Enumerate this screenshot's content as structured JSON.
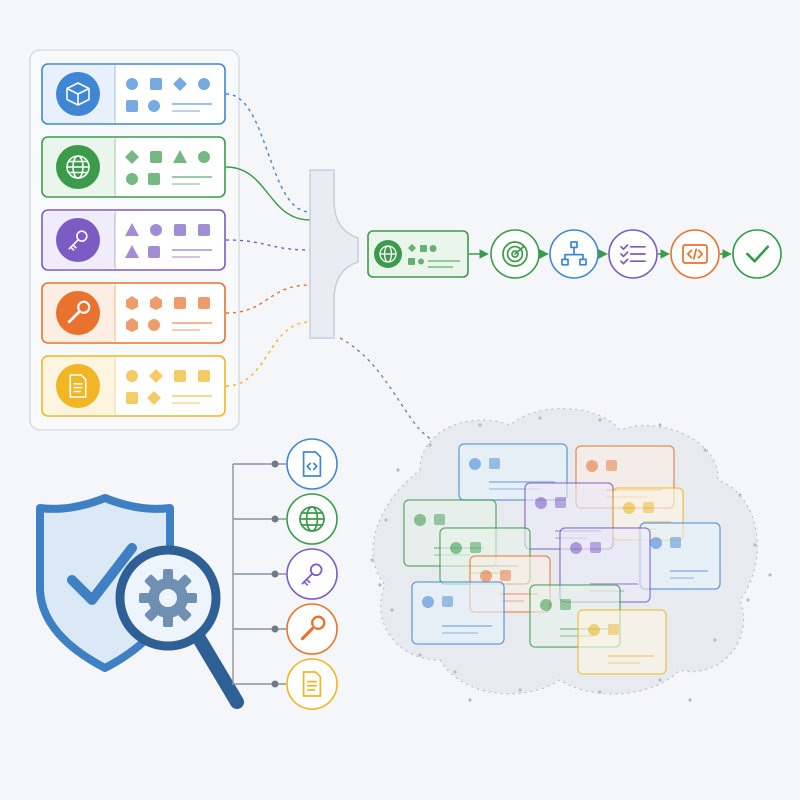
{
  "palette": {
    "blue": "#3f86d6",
    "green": "#3c9a4b",
    "purple": "#7a5cc2",
    "orange": "#e8722e",
    "yellow": "#f0b623",
    "check_green": "#2f9a47",
    "shield": "#3f7fc4",
    "magnifier": "#2e5f95",
    "background": "#f4f6f9"
  },
  "categories": [
    {
      "key": "blue",
      "icon": "cube-icon",
      "color": "#3f86d6",
      "light": "#e8f1fb"
    },
    {
      "key": "green",
      "icon": "globe-icon",
      "color": "#3c9a4b",
      "light": "#eaf5ec"
    },
    {
      "key": "purple",
      "icon": "key-icon",
      "color": "#7a5cc2",
      "light": "#f0ecf9"
    },
    {
      "key": "orange",
      "icon": "wrench-icon",
      "color": "#e8722e",
      "light": "#fdeee4"
    },
    {
      "key": "yellow",
      "icon": "document-icon",
      "color": "#f0b623",
      "light": "#fdf5df"
    }
  ],
  "pipeline_steps": [
    {
      "icon": "radar-icon",
      "color": "#3c9a4b"
    },
    {
      "icon": "hierarchy-icon",
      "color": "#3f86d6"
    },
    {
      "icon": "checklist-icon",
      "color": "#7a5cc2"
    },
    {
      "icon": "code-icon",
      "color": "#e8722e"
    },
    {
      "icon": "checkmark-icon",
      "color": "#2f9a47"
    }
  ],
  "tool_list": [
    {
      "icon": "code-file-icon",
      "color": "#3f86d6"
    },
    {
      "icon": "globe-icon",
      "color": "#3c9a4b"
    },
    {
      "icon": "key-icon",
      "color": "#7a5cc2"
    },
    {
      "icon": "wrench-icon",
      "color": "#e8722e"
    },
    {
      "icon": "document-icon",
      "color": "#f0b623"
    }
  ],
  "cloud_card_colors": [
    "blue",
    "orange",
    "green",
    "purple",
    "yellow",
    "blue",
    "green",
    "purple",
    "orange",
    "blue",
    "green",
    "yellow"
  ]
}
